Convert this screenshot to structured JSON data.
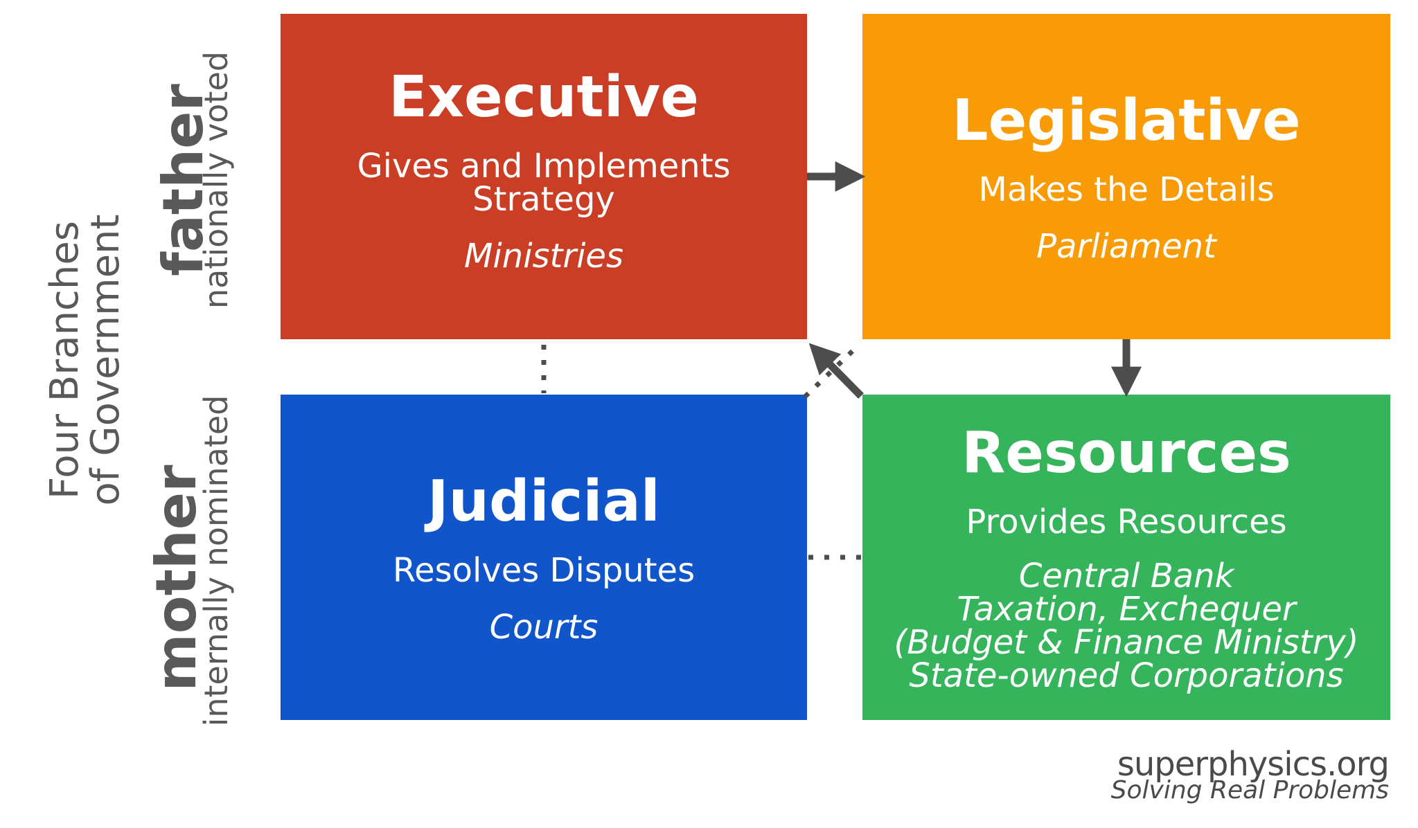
{
  "side_title": {
    "line1": "Four Branches",
    "line2": "of Government"
  },
  "father": {
    "label": "father",
    "sublabel": "nationally voted"
  },
  "mother": {
    "label": "mother",
    "sublabel": "internally nominated"
  },
  "boxes": {
    "executive": {
      "title": "Executive",
      "description": "Gives and Implements Strategy",
      "institution": "Ministries",
      "color": "#c93e24"
    },
    "legislative": {
      "title": "Legislative",
      "description": "Makes the Details",
      "institution": "Parliament",
      "color": "#f99b07"
    },
    "judicial": {
      "title": "Judicial",
      "description": "Resolves Disputes",
      "institution": "Courts",
      "color": "#1155cb"
    },
    "resources": {
      "title": "Resources",
      "description": "Provides Resources",
      "institutions": [
        "Central Bank",
        "Taxation, Exchequer",
        "(Budget & Finance Ministry)",
        "State-owned Corporations"
      ],
      "color": "#35b45c"
    }
  },
  "connectors": {
    "color": "#4d4d4d",
    "arrows": [
      {
        "from": "executive",
        "to": "legislative",
        "style": "solid"
      },
      {
        "from": "legislative",
        "to": "resources",
        "style": "solid"
      },
      {
        "from": "resources",
        "to": "executive",
        "style": "solid"
      }
    ],
    "dotted_links": [
      {
        "from": "executive",
        "to": "judicial"
      },
      {
        "from": "judicial",
        "to": "resources"
      },
      {
        "from": "judicial",
        "to": "legislative"
      }
    ]
  },
  "brand": {
    "name": "superphysics.org",
    "tagline": "Solving Real Problems"
  }
}
